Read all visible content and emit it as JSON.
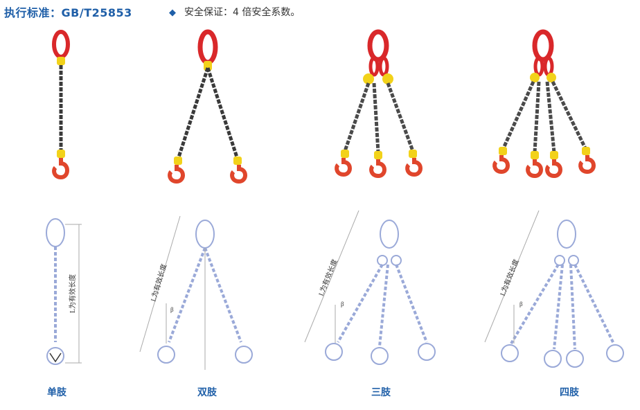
{
  "header": {
    "standard_label": "执行标准：",
    "standard_code": "GB/T25853",
    "safety_text": "安全保证：4 倍安全系数。",
    "bullet_icon": "diamond-bullet-icon"
  },
  "colors": {
    "heading_blue": "#1f5fa8",
    "link_red": "#e0462c",
    "ring_red": "#d9282a",
    "chain_dark": "#3a3a3a",
    "connector_yellow": "#f2d21a",
    "diagram_blue": "#9aa9d8"
  },
  "slings": [
    {
      "type": "单肢",
      "legs": 1
    },
    {
      "type": "双肢",
      "legs": 2
    },
    {
      "type": "三肢",
      "legs": 3
    },
    {
      "type": "四肢",
      "legs": 4
    }
  ],
  "diagram_annotations": {
    "effective_length": "L为有效长度",
    "angle_symbol": "β"
  }
}
